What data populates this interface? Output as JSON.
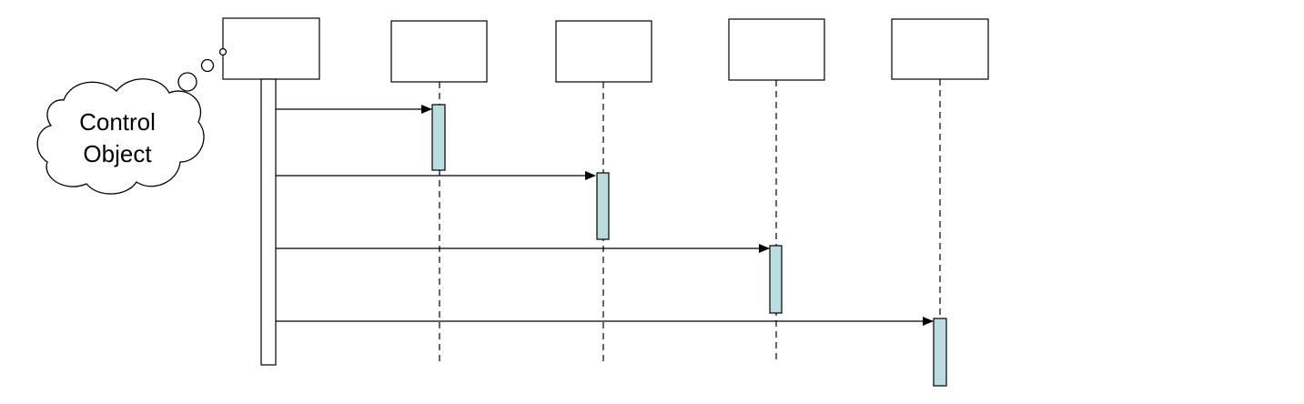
{
  "diagram": {
    "type": "sequence-diagram",
    "lifeline_count": 5,
    "lifelines": [
      {
        "label": ""
      },
      {
        "label": ""
      },
      {
        "label": ""
      },
      {
        "label": ""
      },
      {
        "label": ""
      }
    ],
    "messages": [
      {
        "from": 0,
        "to": 1,
        "label": ""
      },
      {
        "from": 0,
        "to": 2,
        "label": ""
      },
      {
        "from": 0,
        "to": 3,
        "label": ""
      },
      {
        "from": 0,
        "to": 4,
        "label": ""
      }
    ],
    "thought_cloud": {
      "line1": "Control",
      "line2": "Object"
    },
    "colors": {
      "activation_fill": "#b9dde0",
      "stroke": "#000000",
      "background": "#ffffff"
    }
  }
}
